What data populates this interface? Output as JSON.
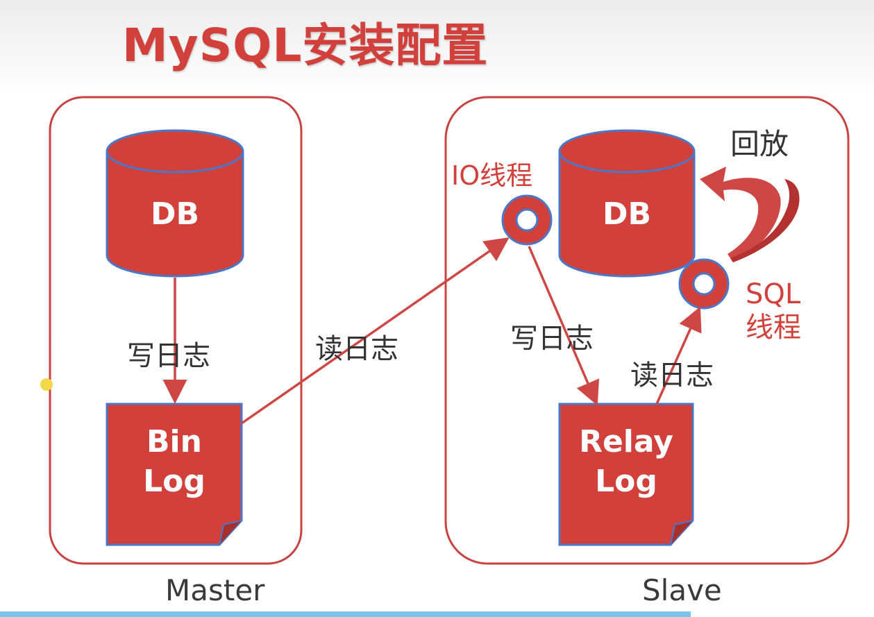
{
  "title": "MySQL安装配置",
  "master": {
    "caption": "Master",
    "db_label": "DB",
    "binlog_line1": "Bin",
    "binlog_line2": "Log",
    "write_log": "写日志"
  },
  "read_log_between": "读日志",
  "slave": {
    "caption": "Slave",
    "db_label": "DB",
    "io_thread": "IO线程",
    "sql_thread_line1": "SQL",
    "sql_thread_line2": "线程",
    "replay": "回放",
    "write_log": "写日志",
    "read_log": "读日志",
    "relaylog_line1": "Relay",
    "relaylog_line2": "Log"
  },
  "colors": {
    "accent_red": "#d2403c",
    "shape_border_blue": "#4a78c8",
    "arrow_red": "#cf4744"
  }
}
